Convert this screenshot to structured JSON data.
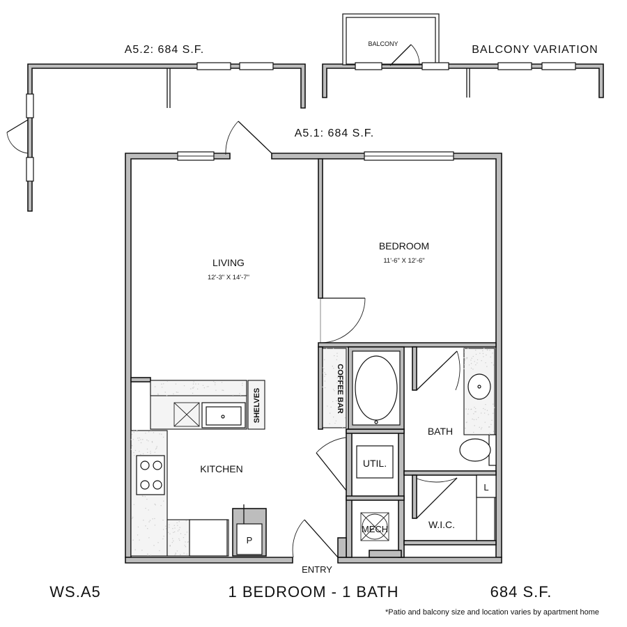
{
  "variant_a52": {
    "title": "A5.2: 684 S.F."
  },
  "variant_balcony": {
    "title": "BALCONY VARIATION",
    "room": "BALCONY"
  },
  "variant_a51": {
    "title": "A5.1: 684 S.F."
  },
  "rooms": {
    "living": {
      "name": "LIVING",
      "dims": "12'-3\" X 14'-7\""
    },
    "bedroom": {
      "name": "BEDROOM",
      "dims": "11'-6\" X 12'-6\""
    },
    "kitchen": "KITCHEN",
    "bath": "BATH",
    "util": "UTIL.",
    "mech": "MECH",
    "wic": "W.I.C.",
    "pantry": "P",
    "linen": "L",
    "shelves": "SHELVES",
    "coffee_bar": "COFFEE BAR",
    "entry": "ENTRY"
  },
  "footer": {
    "plan_code": "WS.A5",
    "unit_type": "1 BEDROOM - 1 BATH",
    "area": "684 S.F.",
    "note": "*Patio and balcony size and location varies by apartment home"
  }
}
